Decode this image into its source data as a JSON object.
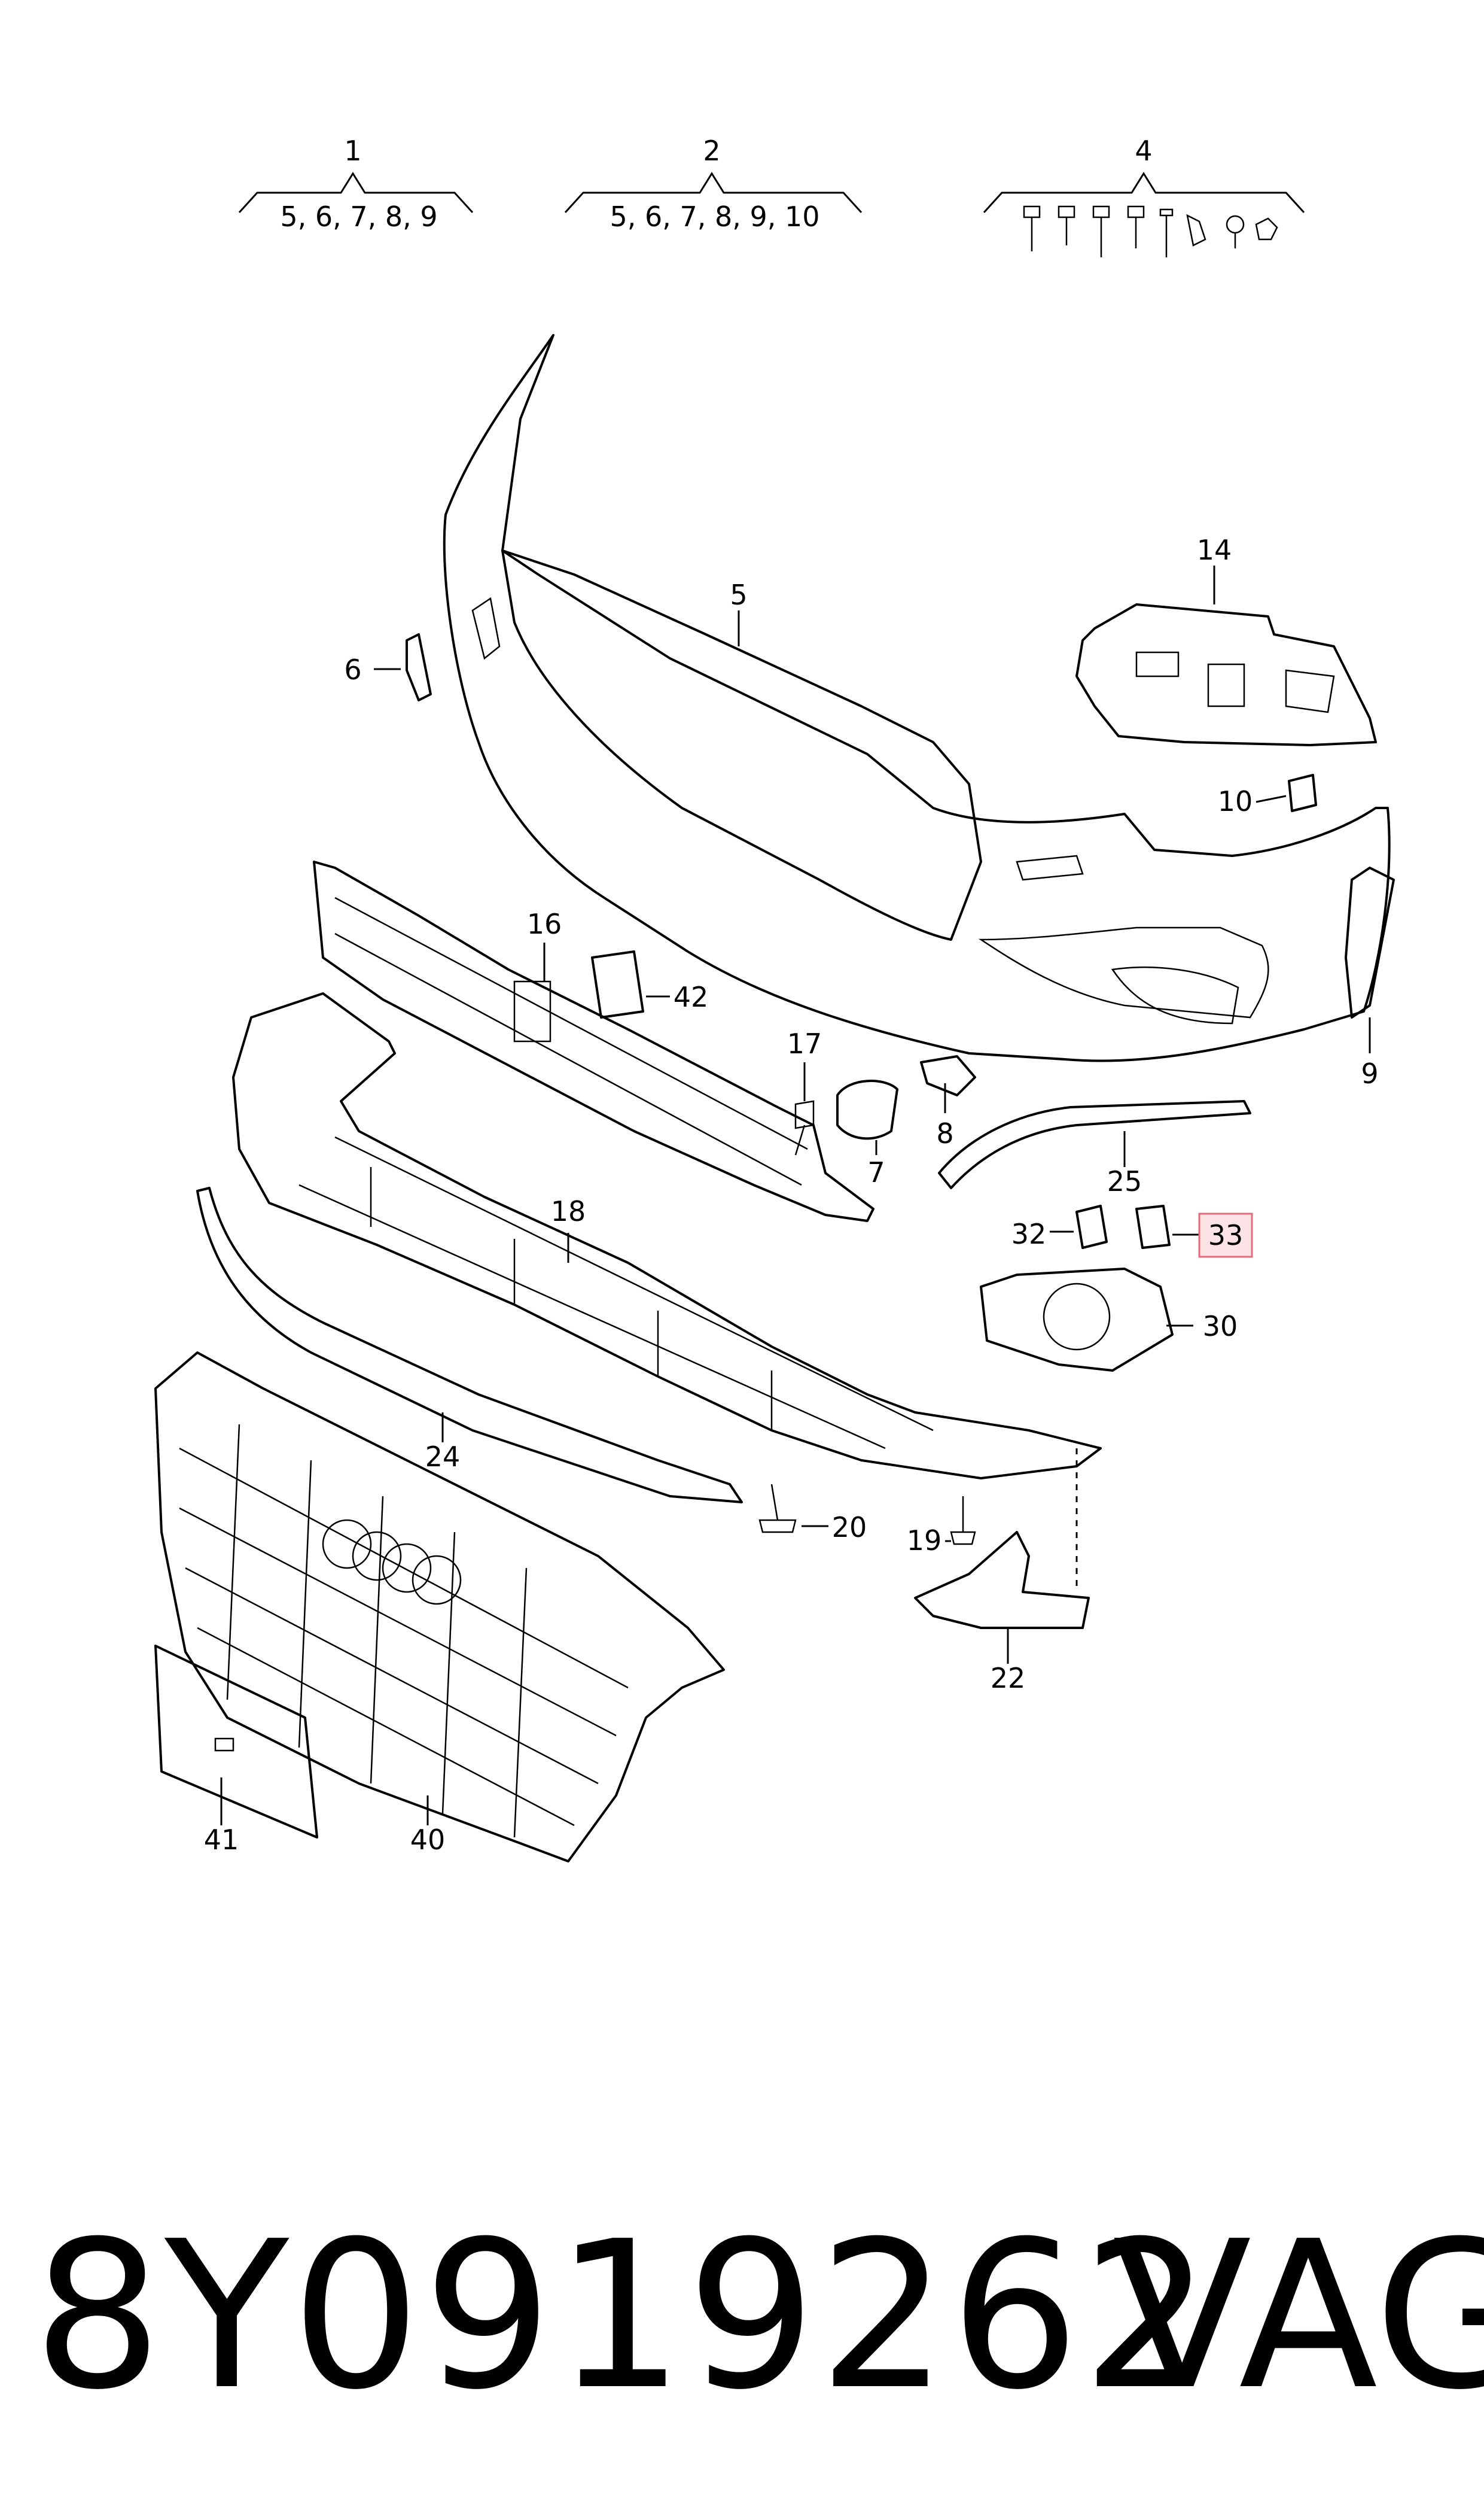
{
  "groups": [
    {
      "number": "1",
      "items": "5, 6, 7, 8, 9"
    },
    {
      "number": "2",
      "items": "5, 6, 7, 8, 9, 10"
    },
    {
      "number": "4",
      "items": ""
    }
  ],
  "callouts": {
    "p5": "5",
    "p6": "6",
    "p7": "7",
    "p8": "8",
    "p9": "9",
    "p10": "10",
    "p14": "14",
    "p16": "16",
    "p17": "17",
    "p18": "18",
    "p19": "19",
    "p20": "20",
    "p22": "22",
    "p24": "24",
    "p25": "25",
    "p30": "30",
    "p32": "32",
    "p33": "33",
    "p40": "40",
    "p41": "41",
    "p42": "42"
  },
  "highlight": {
    "part": "33",
    "color": "#e36b7a"
  },
  "footer": {
    "part_number": "8Y0919262",
    "brand": "VAG"
  }
}
